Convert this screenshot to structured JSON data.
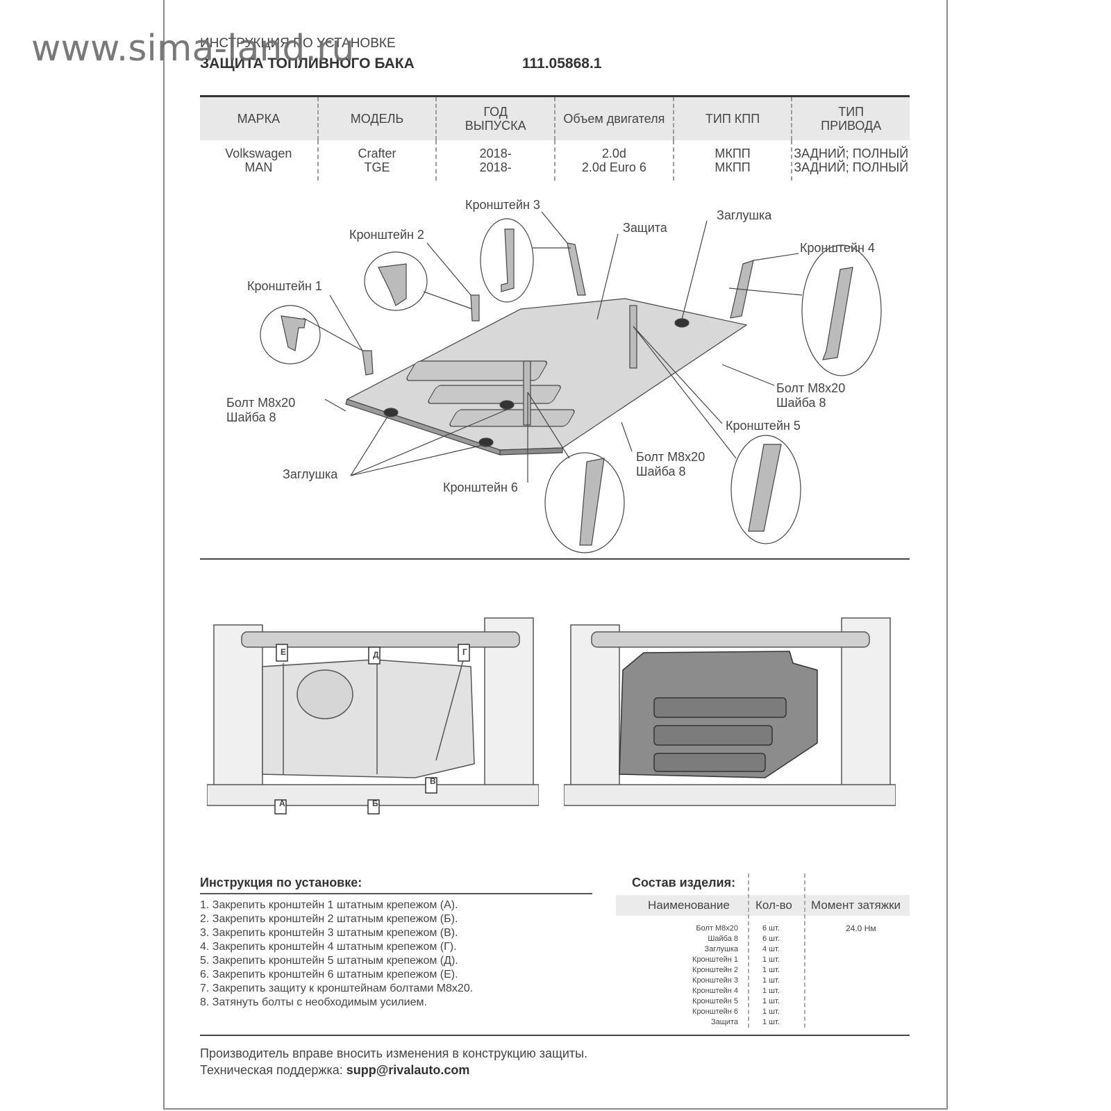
{
  "watermark": "www.sima-land.ru",
  "header": {
    "subtitle": "ИНСТРУКЦИЯ ПО УСТАНОВКЕ",
    "title": "ЗАЩИТА ТОПЛИВНОГО БАКА",
    "article": "111.05868.1"
  },
  "spec_table": {
    "headers": [
      "МАРКА",
      "МОДЕЛЬ",
      "ГОД\nВЫПУСКА",
      "Объем двигателя",
      "ТИП КПП",
      "ТИП\nПРИВОДА"
    ],
    "rows": [
      [
        "Volkswagen\nMAN",
        "Crafter\nTGE",
        "2018-\n2018-",
        "2.0d\n2.0d Euro 6",
        "МКПП\nМКПП",
        "ЗАДНИЙ; ПОЛНЫЙ\nЗАДНИЙ; ПОЛНЫЙ"
      ]
    ]
  },
  "diagram_labels": {
    "bracket1": "Кронштейн 1",
    "bracket2": "Кронштейн 2",
    "bracket3": "Кронштейн 3",
    "bracket4": "Кронштейн 4",
    "bracket5": "Кронштейн 5",
    "bracket6": "Кронштейн 6",
    "shield": "Защита",
    "plug_top": "Заглушка",
    "plug_bottom": "Заглушка",
    "bolt_left_1": "Болт М8х20",
    "bolt_left_2": "Шайба 8",
    "bolt_right_1": "Болт М8х20",
    "bolt_right_2": "Шайба 8",
    "bolt_mid_1": "Болт М8х20",
    "bolt_mid_2": "Шайба 8"
  },
  "photo_markers": [
    "Е",
    "Д",
    "Г",
    "А",
    "Б",
    "В"
  ],
  "instructions": {
    "title": "Инструкция по установке:",
    "steps": [
      "1. Закрепить кронштейн 1 штатным крепежом (А).",
      "2. Закрепить кронштейн 2 штатным крепежом (Б).",
      "3. Закрепить кронштейн 3 штатным крепежом (В).",
      "4. Закрепить кронштейн 4 штатным крепежом (Г).",
      "5. Закрепить кронштейн 5 штатным крепежом (Д).",
      "6. Закрепить кронштейн 6 штатным крепежом (Е).",
      "7. Закрепить защиту к кронштейнам болтами М8х20.",
      "8. Затянуть болты с необходимым усилием."
    ]
  },
  "composition": {
    "title": "Состав изделия:",
    "col_name": "Наименование",
    "col_qty": "Кол-во",
    "col_torque": "Момент затяжки",
    "items": [
      {
        "name": "Болт М8х20",
        "qty": "6 шт."
      },
      {
        "name": "Шайба 8",
        "qty": "6 шт."
      },
      {
        "name": "Заглушка",
        "qty": "4 шт."
      },
      {
        "name": "Кронштейн 1",
        "qty": "1 шт."
      },
      {
        "name": "Кронштейн 2",
        "qty": "1 шт."
      },
      {
        "name": "Кронштейн 3",
        "qty": "1 шт."
      },
      {
        "name": "Кронштейн 4",
        "qty": "1 шт."
      },
      {
        "name": "Кронштейн 5",
        "qty": "1 шт."
      },
      {
        "name": "Кронштейн 6",
        "qty": "1 шт."
      },
      {
        "name": "Защита",
        "qty": "1 шт."
      }
    ],
    "torque": "24.0 Нм"
  },
  "footer": {
    "note": "Производитель вправе вносить изменения в конструкцию защиты.",
    "support_label": "Техническая поддержка:",
    "support_email": "supp@rivalauto.com"
  }
}
